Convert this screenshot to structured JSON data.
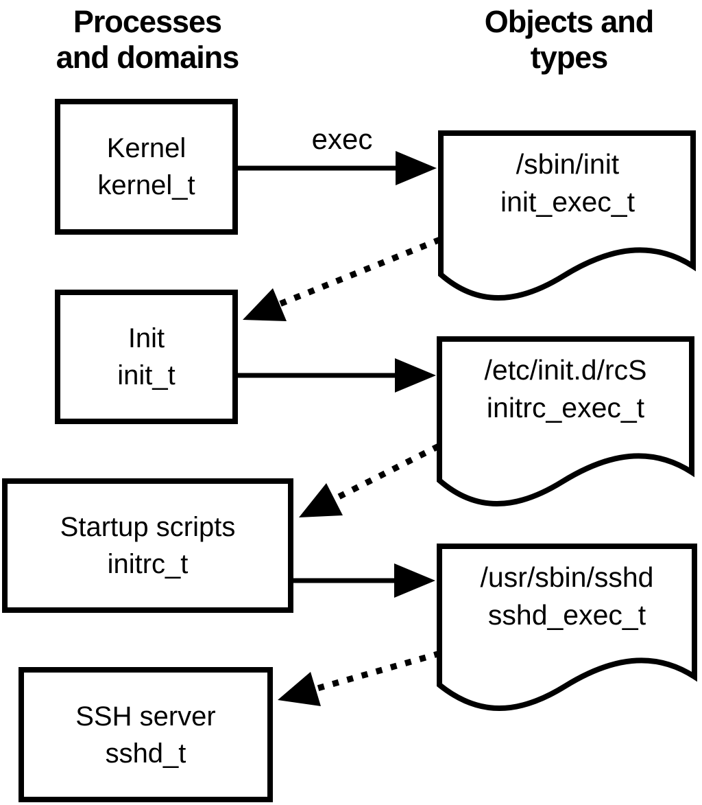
{
  "colors": {
    "ink": "#000000",
    "paper": "#ffffff"
  },
  "headers": {
    "left": {
      "line1": "Processes",
      "line2": "and domains"
    },
    "right": {
      "line1": "Objects and",
      "line2": "types"
    }
  },
  "arrow_label": "exec",
  "processes": [
    {
      "name": "Kernel",
      "domain": "kernel_t"
    },
    {
      "name": "Init",
      "domain": "init_t"
    },
    {
      "name": "Startup scripts",
      "domain": "initrc_t"
    },
    {
      "name": "SSH server",
      "domain": "sshd_t"
    }
  ],
  "objects": [
    {
      "path": "/sbin/init",
      "type": "init_exec_t"
    },
    {
      "path": "/etc/init.d/rcS",
      "type": "initrc_exec_t"
    },
    {
      "path": "/usr/sbin/sshd",
      "type": "sshd_exec_t"
    }
  ],
  "edges": {
    "solid": [
      {
        "from": "kernel_t",
        "to": "init_exec_t",
        "label": "exec",
        "style": "solid"
      },
      {
        "from": "init_t",
        "to": "initrc_exec_t",
        "label": "",
        "style": "solid"
      },
      {
        "from": "initrc_t",
        "to": "sshd_exec_t",
        "label": "",
        "style": "solid"
      }
    ],
    "dotted": [
      {
        "from": "init_exec_t",
        "to": "init_t",
        "style": "dotted"
      },
      {
        "from": "initrc_exec_t",
        "to": "initrc_t",
        "style": "dotted"
      },
      {
        "from": "sshd_exec_t",
        "to": "sshd_t",
        "style": "dotted"
      }
    ]
  }
}
